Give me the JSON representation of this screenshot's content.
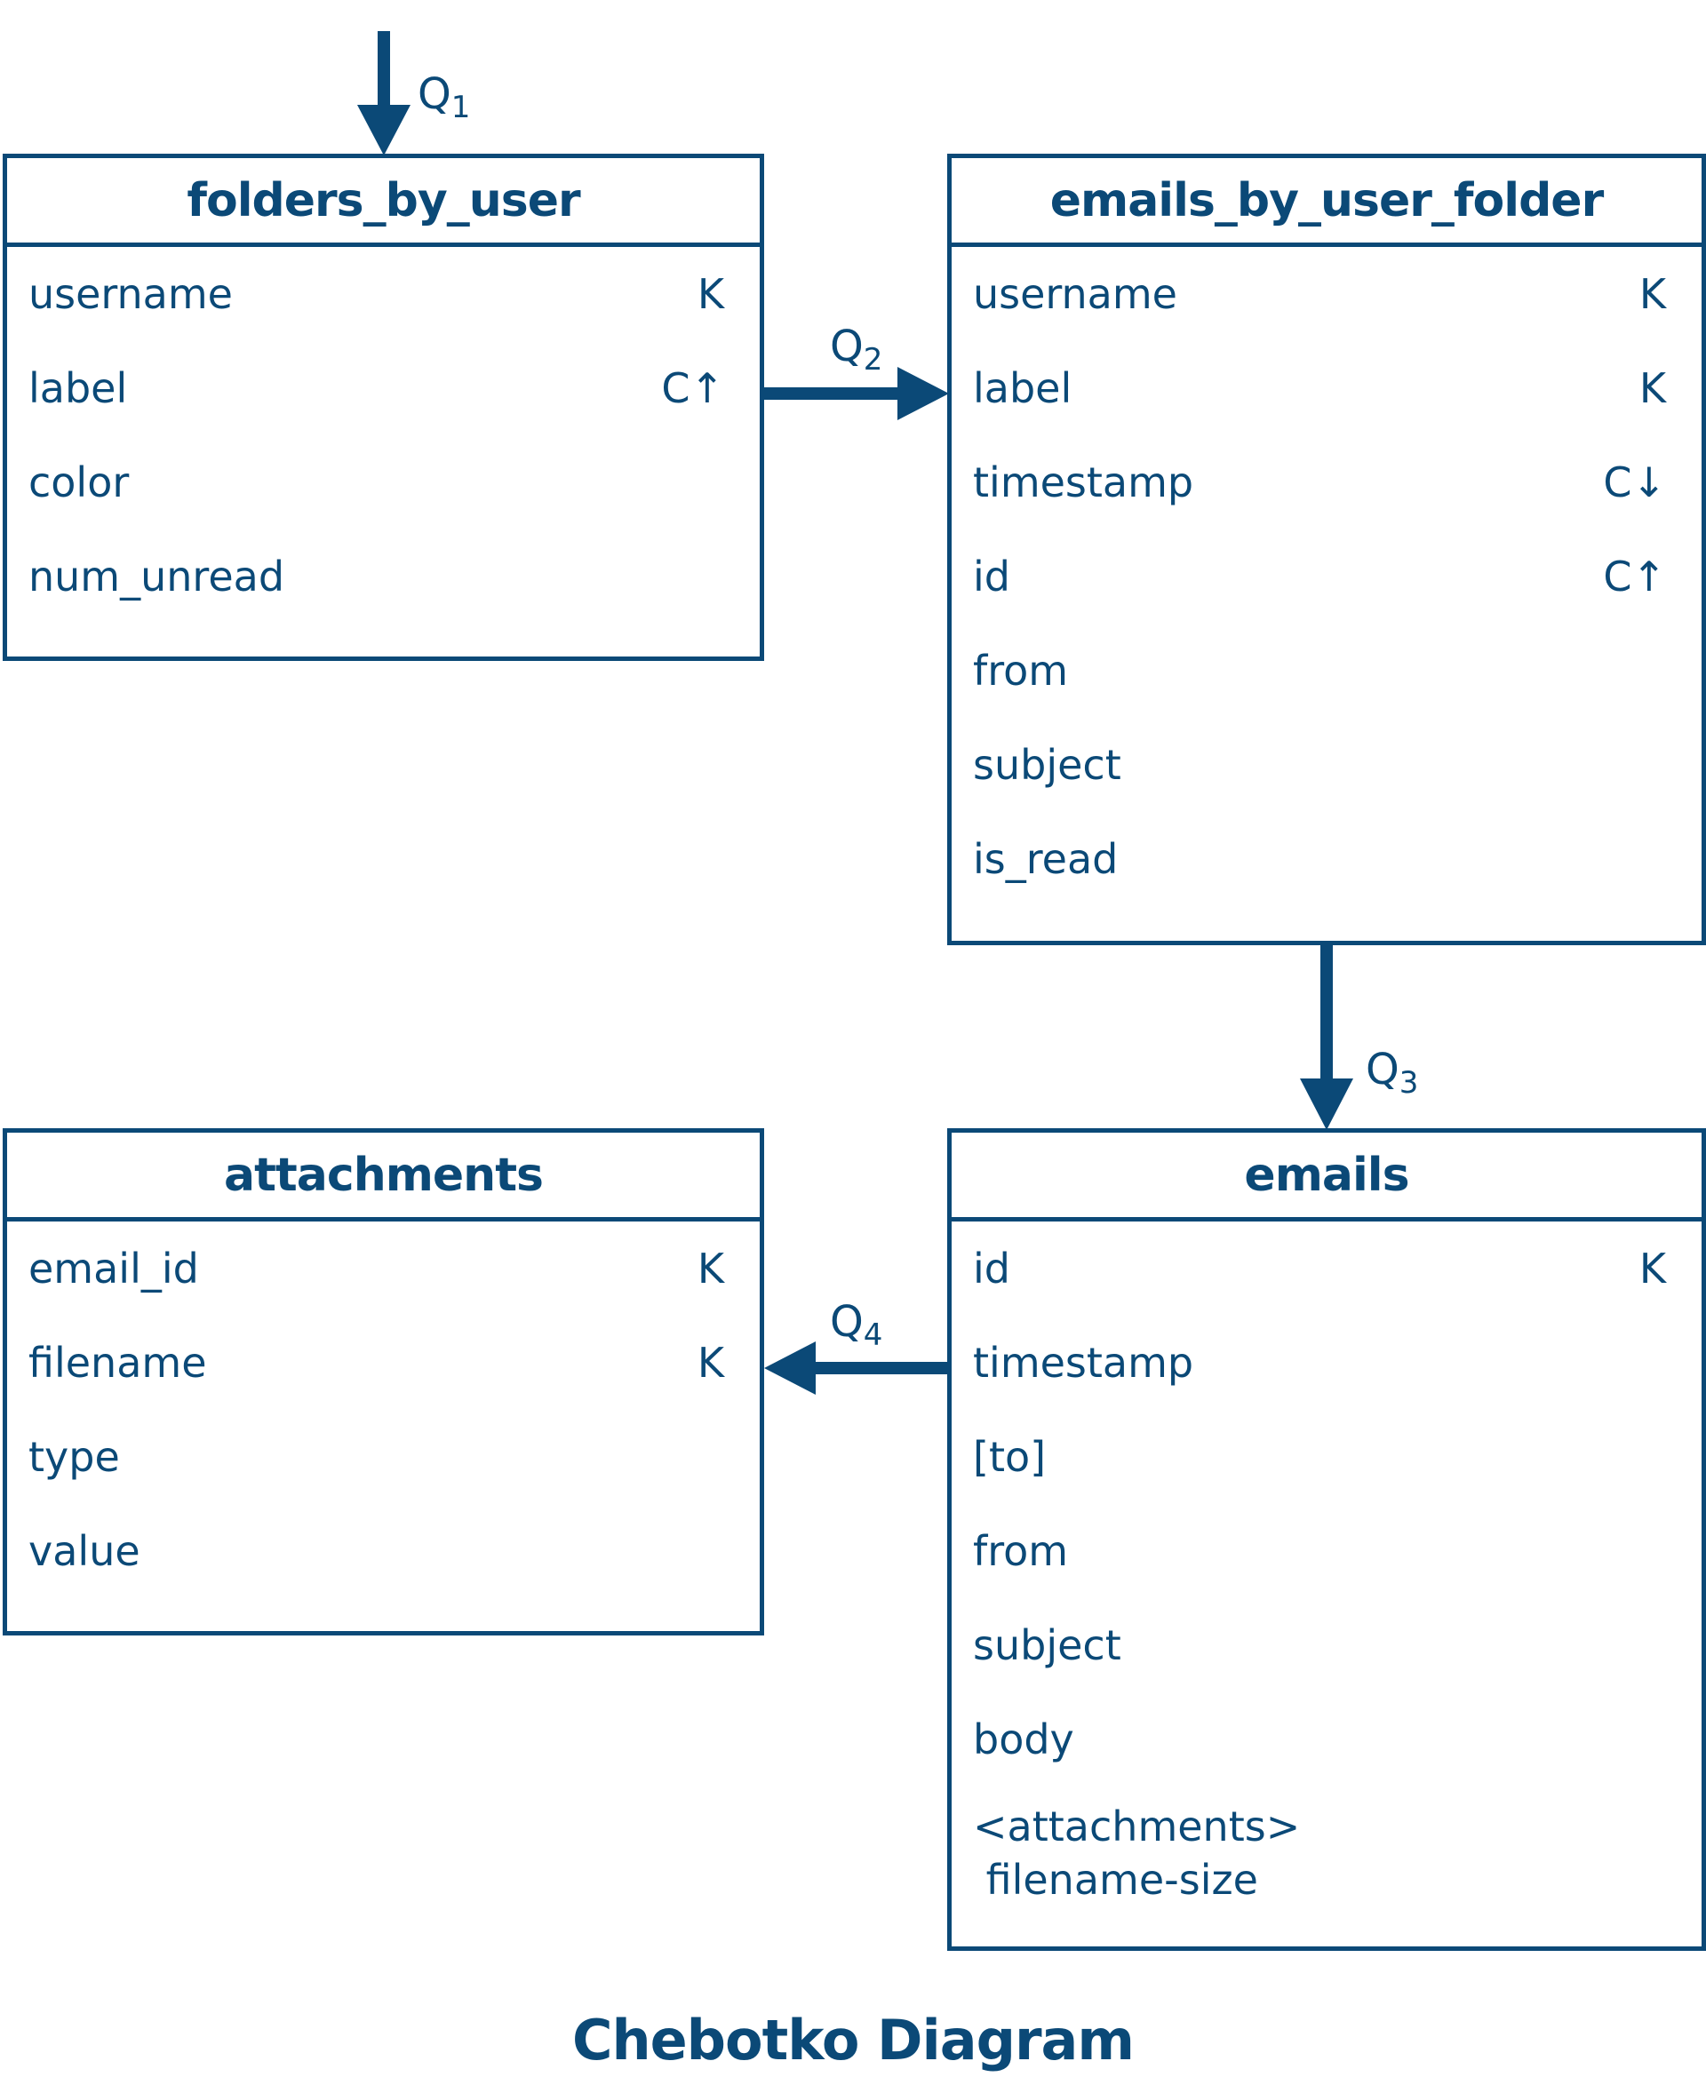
{
  "tables": [
    {
      "title": "folders_by_user",
      "rows": [
        {
          "name": "username",
          "key": "K"
        },
        {
          "name": "label",
          "key": "C↑"
        },
        {
          "name": "color",
          "key": ""
        },
        {
          "name": "num_unread",
          "key": ""
        }
      ]
    },
    {
      "title": "emails_by_user_folder",
      "rows": [
        {
          "name": "username",
          "key": "K"
        },
        {
          "name": "label",
          "key": "K"
        },
        {
          "name": "timestamp",
          "key": "C↓"
        },
        {
          "name": "id",
          "key": "C↑"
        },
        {
          "name": "from",
          "key": ""
        },
        {
          "name": "subject",
          "key": ""
        },
        {
          "name": "is_read",
          "key": ""
        }
      ]
    },
    {
      "title": "attachments",
      "rows": [
        {
          "name": "email_id",
          "key": "K"
        },
        {
          "name": "filename",
          "key": "K"
        },
        {
          "name": "type",
          "key": ""
        },
        {
          "name": "value",
          "key": ""
        }
      ]
    },
    {
      "title": "emails",
      "rows": [
        {
          "name": "id",
          "key": "K"
        },
        {
          "name": "timestamp",
          "key": ""
        },
        {
          "name": "[to]",
          "key": ""
        },
        {
          "name": "from",
          "key": ""
        },
        {
          "name": "subject",
          "key": ""
        },
        {
          "name": "body",
          "key": ""
        },
        {
          "name": "<attachments>\n filename-size",
          "key": ""
        }
      ]
    }
  ],
  "queries": [
    {
      "letter": "Q",
      "num": "1"
    },
    {
      "letter": "Q",
      "num": "2"
    },
    {
      "letter": "Q",
      "num": "3"
    },
    {
      "letter": "Q",
      "num": "4"
    }
  ],
  "caption": "Chebotko Diagram",
  "colors": {
    "primary": "#0b4977",
    "background": "#ffffff"
  }
}
